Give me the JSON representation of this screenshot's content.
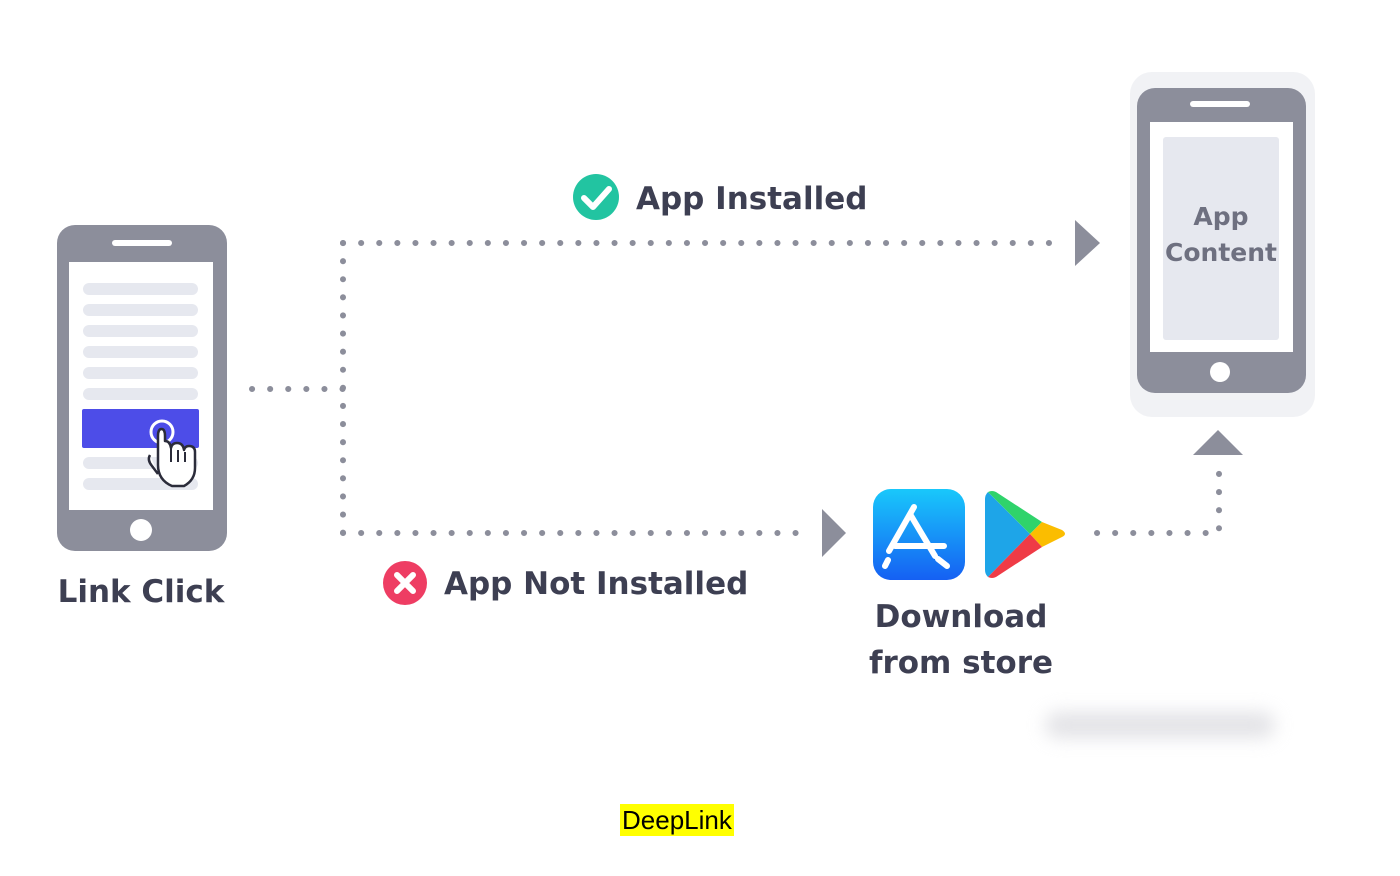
{
  "diagram": {
    "source_phone": {
      "label": "Link Click"
    },
    "target_phone": {
      "screen_line_1": "App",
      "screen_line_2": "Content"
    },
    "branches": {
      "installed": {
        "label": "App Installed",
        "icon": "check-circle-icon",
        "color": "#22c4a1"
      },
      "not_installed": {
        "label": "App Not Installed",
        "icon": "x-circle-icon",
        "color": "#ee3d63"
      }
    },
    "store": {
      "line_1": "Download",
      "line_2": "from store",
      "icons": [
        "app-store-icon",
        "google-play-icon"
      ]
    },
    "colors": {
      "phone": "#8c8e9b",
      "dotted_path": "#8c8e9b",
      "button": "#4d4de8",
      "screen_fill": "#e6e8ef",
      "label_text": "#3d3f52"
    }
  },
  "caption": {
    "text": "DeepLink",
    "highlight": "#ffff00"
  }
}
